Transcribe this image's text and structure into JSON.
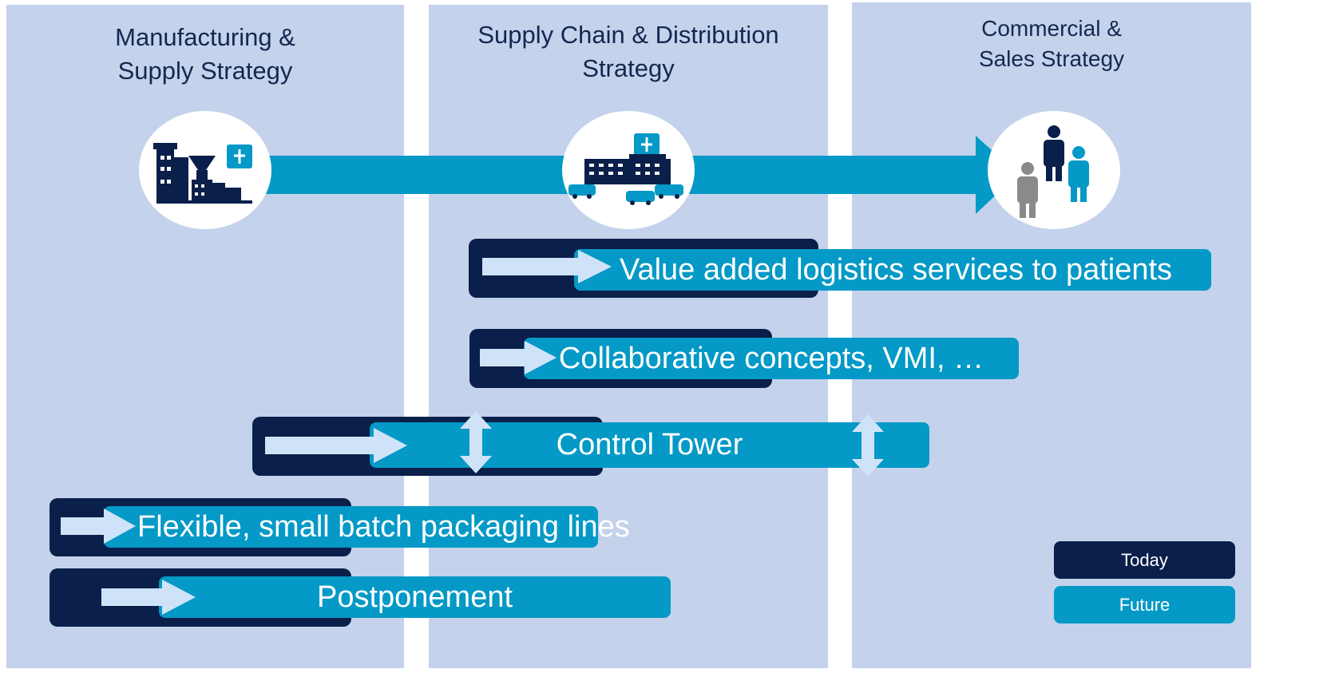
{
  "columns": [
    {
      "title": "Manufacturing &\nSupply Strategy"
    },
    {
      "title": "Supply Chain & Distribution\nStrategy"
    },
    {
      "title": "Commercial &\nSales Strategy"
    }
  ],
  "initiatives": [
    {
      "label": "Value added logistics services to patients"
    },
    {
      "label": "Collaborative concepts, VMI, …"
    },
    {
      "label": "Control Tower"
    },
    {
      "label": "Flexible, small batch packaging lines"
    },
    {
      "label": "Postponement"
    }
  ],
  "legend": {
    "today": "Today",
    "future": "Future"
  },
  "colors": {
    "column_bg": "#c4d2ec",
    "today": "#0a1f4a",
    "future": "#0499c6",
    "arrow_light": "#cfe3f8",
    "title_text": "#13284f"
  },
  "icons": [
    "factory-icon",
    "distribution-center-icon",
    "people-icon",
    "pharmacy-cross-icon",
    "arrow-right-icon",
    "double-arrow-vertical-icon"
  ]
}
